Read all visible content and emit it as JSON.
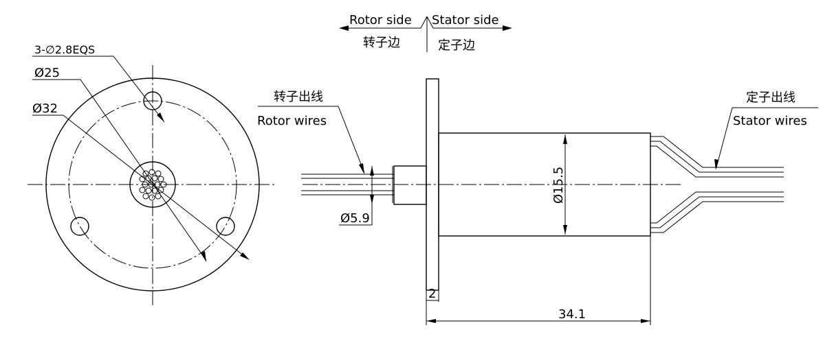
{
  "side_labels": {
    "rotor_en": "Rotor side",
    "stator_en": "Stator side",
    "rotor_cn": "转子边",
    "stator_cn": "定子边"
  },
  "front_view": {
    "holes_label": "3-∅2.8EQS",
    "bolt_circle_label": "Ø25",
    "outer_label": "Ø32"
  },
  "side_view": {
    "rotor_wires_cn": "转子出线",
    "rotor_wires_en": "Rotor wires",
    "stator_wires_cn": "定子出线",
    "stator_wires_en": "Stator wires",
    "shaft_dia_label": "Ø5.9",
    "body_dia_label": "Ø15.5",
    "flange_thickness_label": "2",
    "length_label": "34.1"
  }
}
